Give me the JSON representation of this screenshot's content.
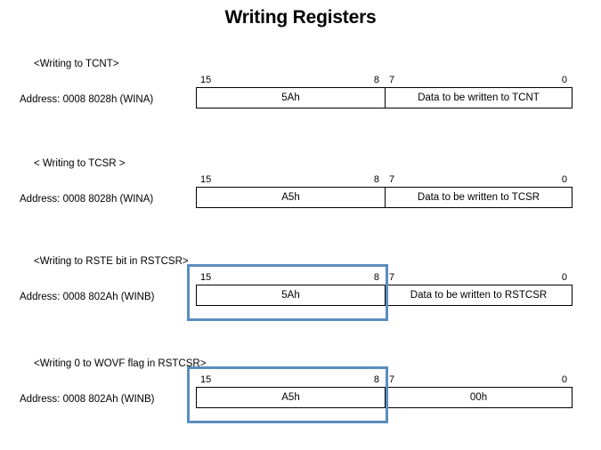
{
  "title": "Writing Registers",
  "rows": [
    {
      "caption": "<Writing to TCNT>",
      "address": "Address: 0008 8028h (WINA)",
      "bits": {
        "high_start": "15",
        "high_end": "8",
        "low_start": "7",
        "low_end": "0"
      },
      "upper_byte": "5Ah",
      "lower_byte": "Data to be written to TCNT",
      "highlighted": false
    },
    {
      "caption": "< Writing to TCSR >",
      "address": "Address: 0008 8028h (WINA)",
      "bits": {
        "high_start": "15",
        "high_end": "8",
        "low_start": "7",
        "low_end": "0"
      },
      "upper_byte": "A5h",
      "lower_byte": "Data to be written to TCSR",
      "highlighted": false
    },
    {
      "caption": "<Writing to RSTE bit in RSTCSR>",
      "address": "Address: 0008 802Ah (WINB)",
      "bits": {
        "high_start": "15",
        "high_end": "8",
        "low_start": "7",
        "low_end": "0"
      },
      "upper_byte": "5Ah",
      "lower_byte": "Data to be written to RSTCSR",
      "highlighted": true
    },
    {
      "caption": "<Writing 0 to WOVF flag in RSTCSR>",
      "address": "Address: 0008 802Ah (WINB)",
      "bits": {
        "high_start": "15",
        "high_end": "8",
        "low_start": "7",
        "low_end": "0"
      },
      "upper_byte": "A5h",
      "lower_byte": "00h",
      "highlighted": true
    }
  ],
  "colors": {
    "highlight": "#5B8DBE",
    "line": "#000000",
    "background": "#ffffff"
  }
}
